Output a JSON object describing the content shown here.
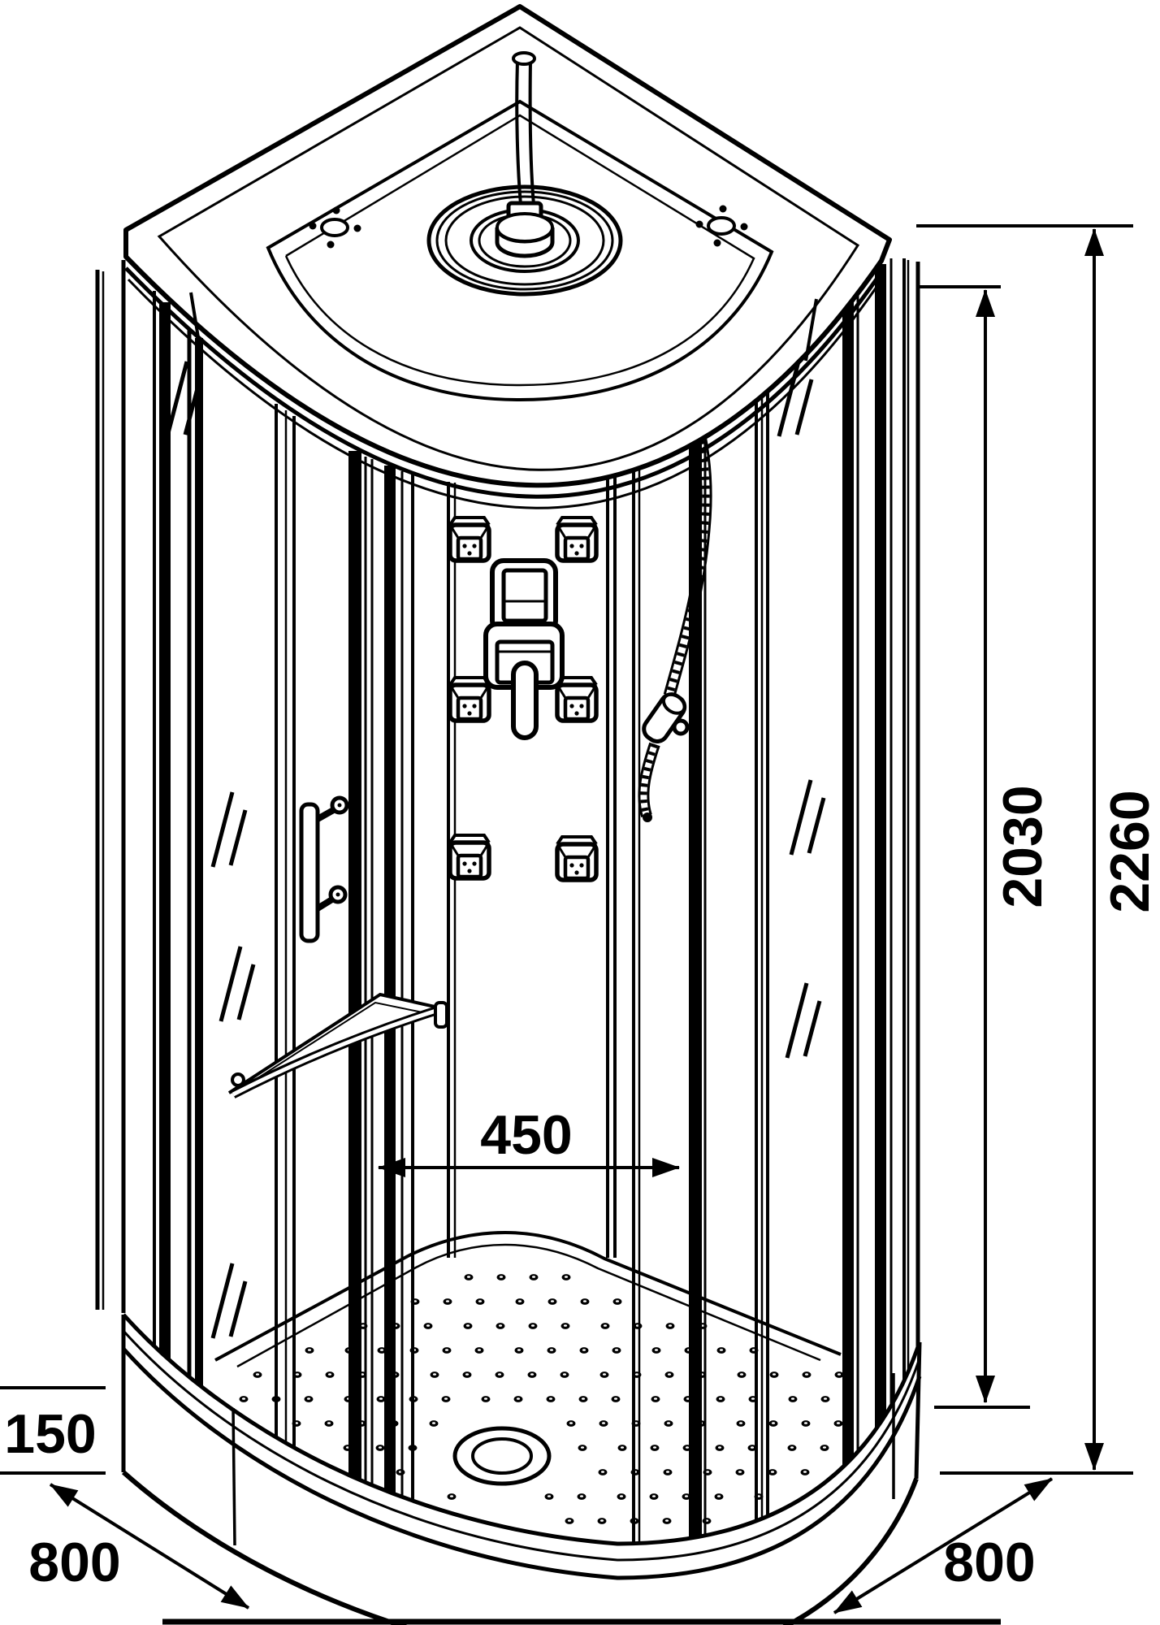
{
  "drawing": {
    "type": "technical-line-drawing",
    "subject": "corner quadrant shower cabin, isometric view",
    "line_color": "#000000",
    "background_color": "#ffffff",
    "dimensions": {
      "total_height": "2260",
      "body_height": "2030",
      "panel_width": "450",
      "tray_height": "150",
      "base_depth": "800",
      "base_width": "800"
    }
  }
}
